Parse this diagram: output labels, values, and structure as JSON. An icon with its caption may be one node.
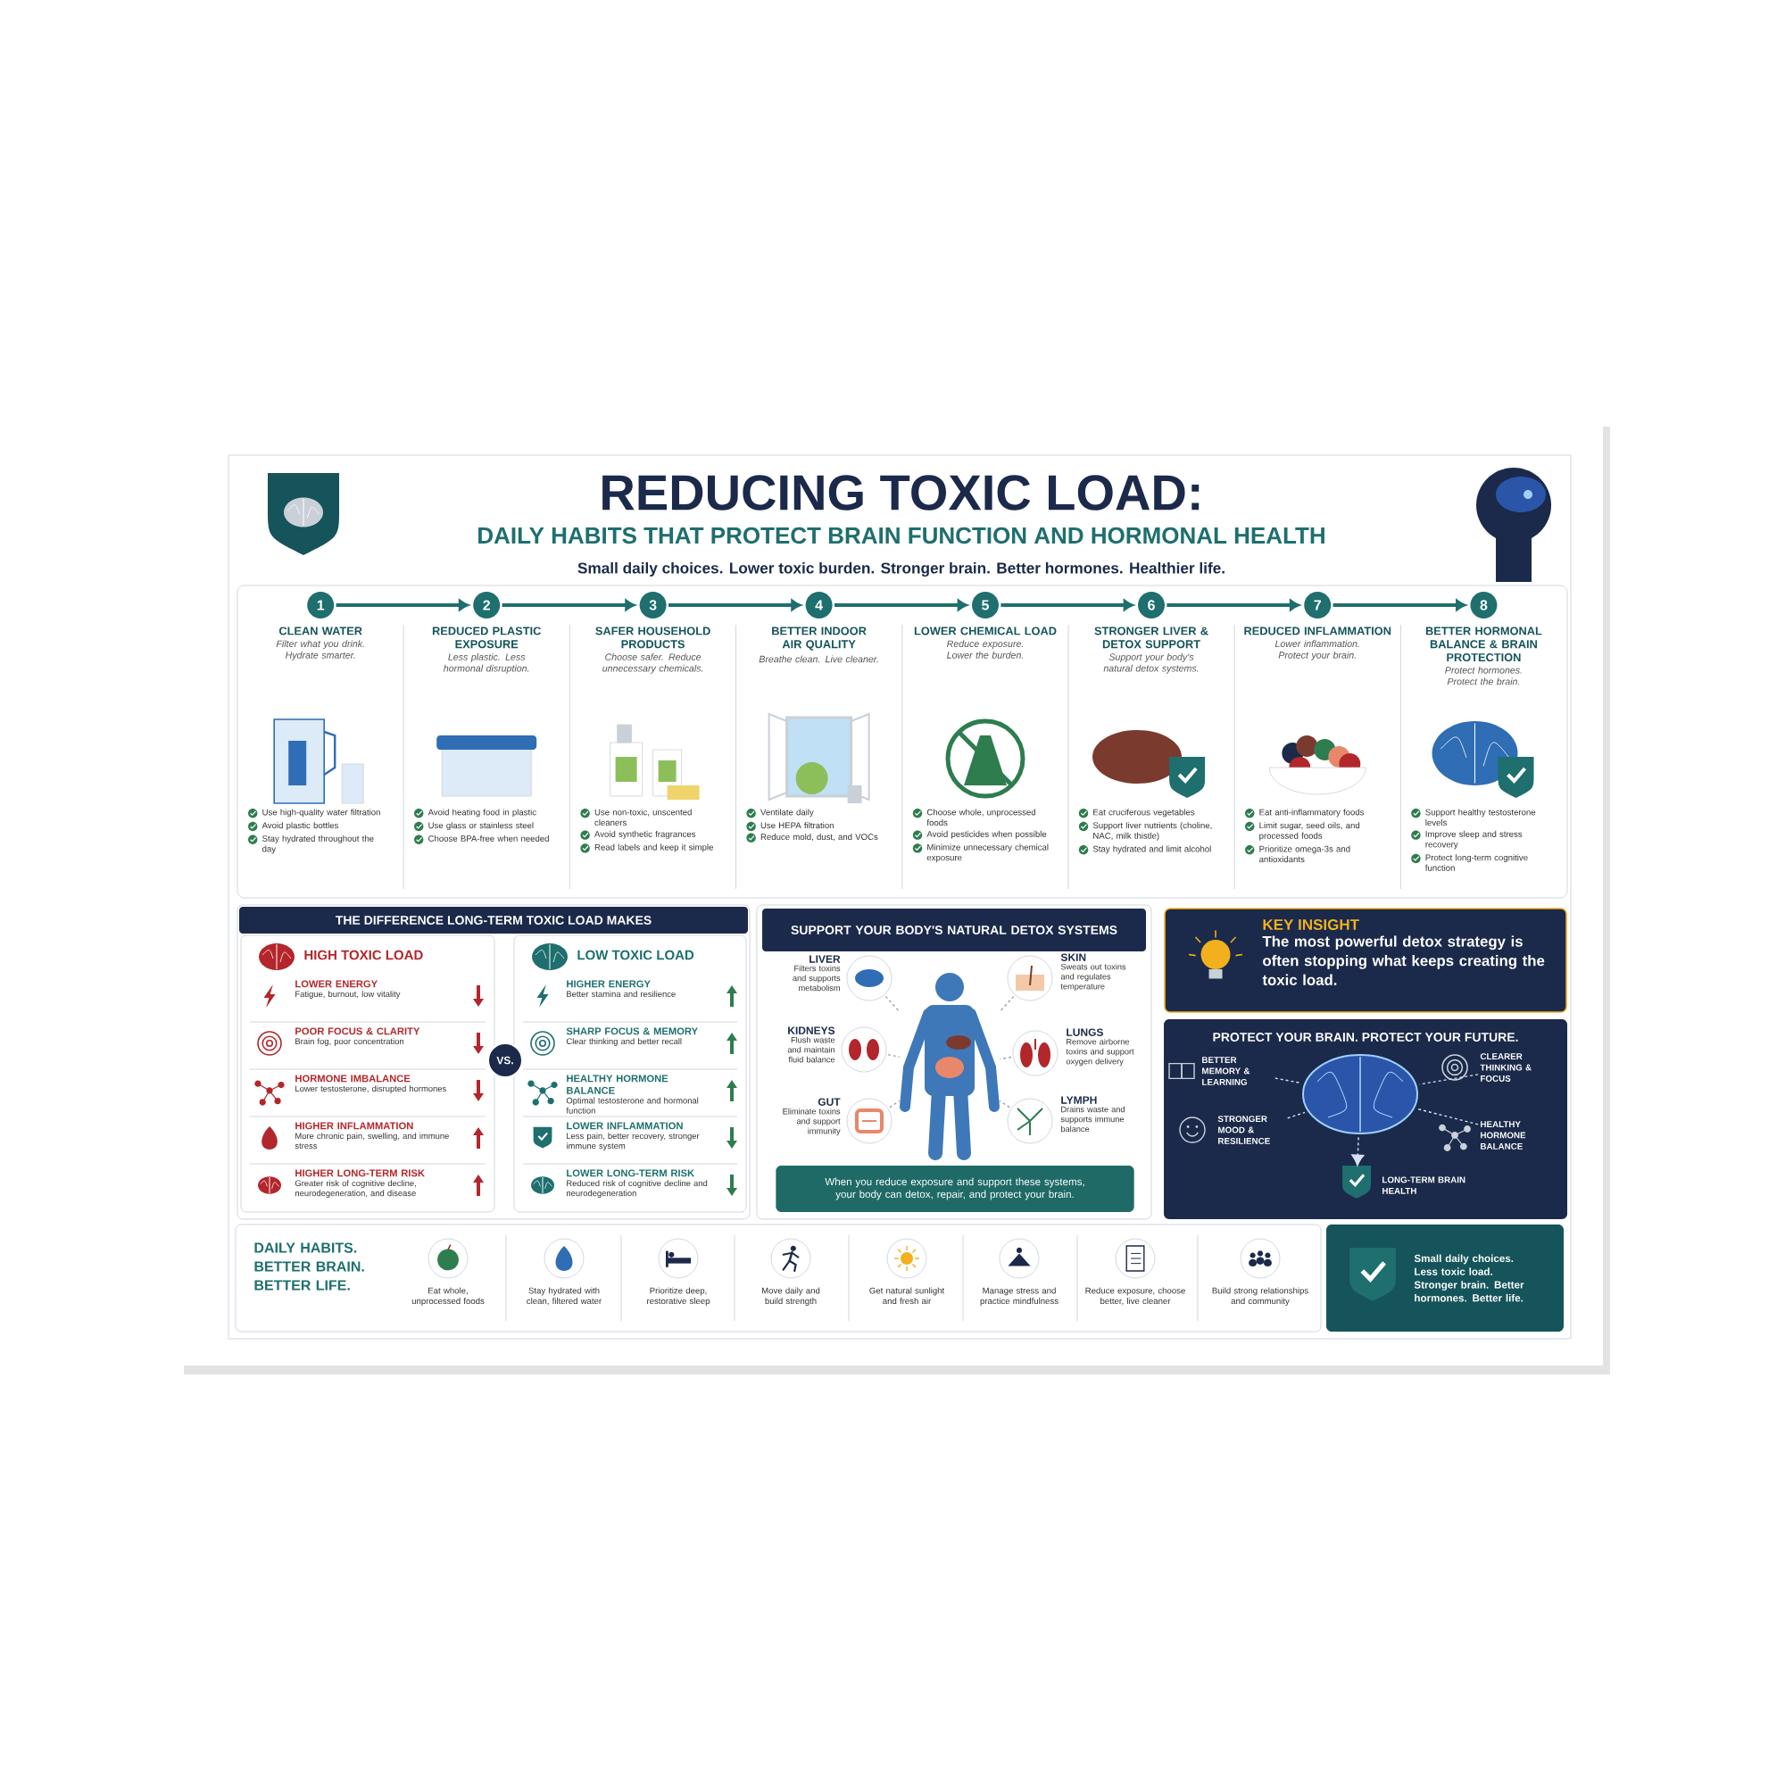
{
  "diagram": {
    "title": "REDUCING TOXIC LOAD:",
    "nodes": [
      {
        "text": [
          "CLEAN WATER",
          "Filter what you drink. Hydrate smarter.",
          "Use high-quality water filtration",
          "Avoid plastic bottles",
          "Stay hydrated throughout the day"
        ]
      },
      {
        "text": [
          "1"
        ]
      },
      {
        "text": [
          "REDUCED PLASTIC EXPOSURE",
          "Less plastic. Less hormonal disruption.",
          "Avoid heating food in plastic",
          "Use glass or stainless steel",
          "Choose BPA-free when needed"
        ]
      },
      {
        "text": [
          "2"
        ]
      },
      {
        "text": [
          "SAFER HOUSEHOLD PRODUCTS",
          "Choose safer. Reduce unnecessary chemicals.",
          "Use non-toxic, unscented cleaners",
          "Avoid synthetic fragrances",
          "Read labels and keep it simple"
        ]
      },
      {
        "text": [
          "3"
        ]
      },
      {
        "text": [
          "BETTER INDOOR AIR QUALITY",
          "Breathe clean. Live cleaner.",
          "Ventilate daily",
          "Use HEPA filtration",
          "Reduce mold, dust, and VOCs"
        ]
      },
      {
        "text": [
          "4"
        ]
      },
      {
        "text": [
          "LOWER CHEMICAL LOAD",
          "Reduce exposure. Lower the burden.",
          "Choose whole, unprocessed foods",
          "Avoid pesticides when possible",
          "Minimize unnecessary chemical exposure"
        ]
      },
      {
        "text": [
          "5"
        ]
      },
      {
        "text": [
          "STRONGER LIVER & DETOX SUPPORT",
          "Support your body's natural detox systems.",
          "Eat cruciferous vegetables",
          "Support liver nutrients (choline, NAC, milk thistle)",
          "Stay hydrated and limit alcohol"
        ]
      },
      {
        "text": [
          "6"
        ]
      },
      {
        "text": [
          "REDUCED INFLAMMATION",
          "Lower inflammation. Protect your brain.",
          "Eat anti-inflammatory foods",
          "Limit sugar, seed oils, and processed foods",
          "Prioritize omega-3s and antioxidants"
        ]
      },
      {
        "text": [
          "7"
        ]
      },
      {
        "text": [
          "BETTER HORMONAL BALANCE & BRAIN PROTECTION",
          "Protect hormones. Protect the brain.",
          "Support healthy testosterone levels",
          "Improve sleep and stress recovery",
          "Protect long-term cognitive function"
        ]
      },
      {
        "text": [
          "8"
        ]
      },
      {
        "text": [
          "THE DIFFERENCE LONG-TERM TOXIC LOAD MAKES"
        ]
      },
      {
        "text": [
          "HIGH TOXIC LOAD"
        ],
        "in": 16
      },
      {
        "text": [
          "LOWER ENERGY",
          "Fatigue, burnout, low vitality"
        ],
        "in": 17
      },
      {
        "text": [
          "POOR FOCUS & CLARITY",
          "Brain fog, poor concentration"
        ],
        "in": 17
      },
      {
        "text": [
          "HORMONE IMBALANCE",
          "Lower testosterone, disrupted hormones"
        ],
        "in": 17
      },
      {
        "text": [
          "HIGHER INFLAMMATION",
          "More chronic pain, swelling, and immune stress"
        ],
        "in": 17
      },
      {
        "text": [
          "HIGHER LONG-TERM RISK",
          "Greater risk of cognitive decline, neurodegeneration, and disease"
        ],
        "in": 17
      },
      {
        "text": [
          "LOW TOXIC LOAD"
        ],
        "in": 16
      },
      {
        "text": [
          "HIGHER ENERGY",
          "Better stamina and resilience"
        ],
        "in": 23
      },
      {
        "text": [
          "SHARP FOCUS & MEMORY",
          "Clear thinking and better recall"
        ],
        "in": 23
      },
      {
        "text": [
          "HEALTHY HORMONE BALANCE",
          "Optimal testosterone and hormonal function"
        ],
        "in": 23
      },
      {
        "text": [
          "LOWER INFLAMMATION",
          "Less pain, better recovery, stronger immune system"
        ],
        "in": 23
      },
      {
        "text": [
          "LOWER LONG-TERM RISK",
          "Reduced risk of cognitive decline and neurodegeneration"
        ],
        "in": 23
      },
      {
        "text": [
          "VS."
        ],
        "in": 16
      },
      {
        "text": [
          "SUPPORT YOUR BODY'S NATURAL DETOX SYSTEMS"
        ]
      },
      {
        "text": [],
        "shape": "person",
        "in": 30
      },
      {
        "text": [
          "LIVER",
          "Filters toxins and supports metabolism"
        ],
        "in": 30
      },
      {
        "text": [
          "KIDNEYS",
          "Flush waste and maintain fluid balance"
        ],
        "in": 30
      },
      {
        "text": [
          "GUT",
          "Eliminate toxins and support immunity"
        ],
        "in": 30
      },
      {
        "text": [
          "SKIN",
          "Sweats out toxins and regulates temperature"
        ],
        "in": 30
      },
      {
        "text": [
          "LUNGS",
          "Remove airborne toxins and support oxygen delivery"
        ],
        "in": 30
      },
      {
        "text": [
          "LYMPH",
          "Drains waste and supports immune balance"
        ],
        "in": 30
      },
      {
        "text": [
          "When you reduce exposure and support these systems, your body can detox, repair, and protect your brain."
        ],
        "in": 30
      },
      {
        "text": [
          "KEY INSIGHT",
          "The most powerful detox strategy is often **stopping** what keeps creating the toxic load."
        ]
      },
      {
        "text": [
          "PROTECT YOUR BRAIN. PROTECT YOUR FUTURE."
        ]
      },
      {
        "text": [],
        "shape": "picture",
        "in": 40
      },
      {
        "text": [
          "BETTER MEMORY & LEARNING"
        ],
        "in": 40
      },
      {
        "text": [
          "CLEARER THINKING & FOCUS"
        ],
        "in": 40
      },
      {
        "text": [
          "STRONGER MOOD & RESILIENCE"
        ],
        "in": 40
      },
      {
        "text": [
          "HEALTHY HORMONE BALANCE"
        ],
        "in": 40
      },
      {
        "text": [
          "LONG-TERM BRAIN HEALTH"
        ],
        "in": 40
      },
      {
        "text": [
          "Small daily choices. Less toxic load. Stronger brain. Better hormones. Better life."
        ]
      }
    ],
    "edges": [
      {
        "from": 1,
        "to": 3,
        "arrow": "to"
      },
      {
        "from": 3,
        "to": 5,
        "arrow": "to"
      },
      {
        "from": 5,
        "to": 7,
        "arrow": "to"
      },
      {
        "from": 7,
        "to": 9,
        "arrow": "to"
      },
      {
        "from": 9,
        "to": 11,
        "arrow": "to"
      },
      {
        "from": 11,
        "to": 13,
        "arrow": "to"
      },
      {
        "from": 13,
        "to": 15,
        "arrow": "to"
      },
      {
        "from": 32,
        "to": 31,
        "arrow": "none",
        "style": "dashed",
        "color": "#9aa5b1"
      },
      {
        "from": 33,
        "to": 31,
        "arrow": "none",
        "style": "dashed",
        "color": "#9aa5b1"
      },
      {
        "from": 34,
        "to": 31,
        "arrow": "none",
        "style": "dashed",
        "color": "#9aa5b1"
      },
      {
        "from": 35,
        "to": 31,
        "arrow": "none",
        "style": "dashed",
        "color": "#9aa5b1"
      },
      {
        "from": 36,
        "to": 31,
        "arrow": "none",
        "style": "dashed",
        "color": "#9aa5b1"
      },
      {
        "from": 37,
        "to": 31,
        "arrow": "none",
        "style": "dashed",
        "color": "#9aa5b1"
      },
      {
        "from": 42,
        "to": 41,
        "arrow": "none",
        "style": "dashed",
        "color": "#d5e2f5"
      },
      {
        "from": 43,
        "to": 41,
        "arrow": "none",
        "style": "dashed",
        "color": "#d5e2f5"
      },
      {
        "from": 44,
        "to": 41,
        "arrow": "none",
        "style": "dashed",
        "color": "#d5e2f5"
      },
      {
        "from": 45,
        "to": 41,
        "arrow": "none",
        "style": "dashed",
        "color": "#d5e2f5"
      },
      {
        "from": 41,
        "to": 46,
        "arrow": "to",
        "style": "dashed",
        "color": "#d5e2f5"
      }
    ],
    "labels": [
      "DAILY HABITS THAT PROTECT BRAIN FUNCTION AND HORMONAL HEALTH",
      "Small daily choices. Lower toxic burden. Stronger brain. Better hormones. Healthier life.",
      "DAILY HABITS. BETTER BRAIN. BETTER LIFE.",
      "Eat whole, unprocessed foods",
      "Stay hydrated with clean, filtered water",
      "Prioritize deep, restorative sleep",
      "Move daily and build strength",
      "Get natural sunlight and fresh air",
      "Manage stress and practice mindfulness",
      "Reduce exposure, choose better, live cleaner",
      "Build strong relationships and community"
    ]
  }
}
